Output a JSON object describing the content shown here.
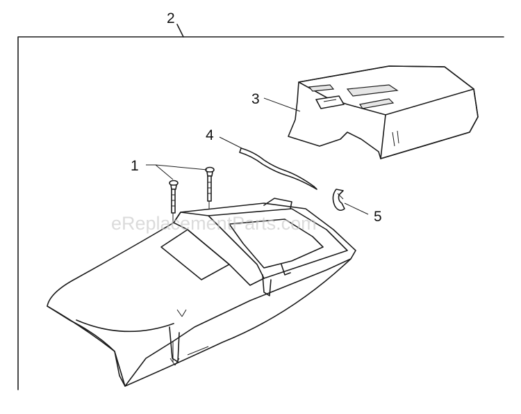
{
  "diagram": {
    "callouts": {
      "c1": "1",
      "c2": "2",
      "c3": "3",
      "c4": "4",
      "c5": "5"
    },
    "watermark": "eReplacementParts.com"
  }
}
